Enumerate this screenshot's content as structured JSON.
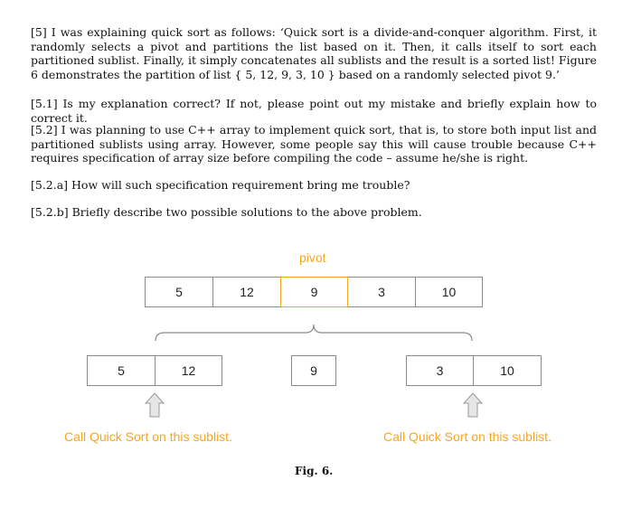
{
  "question": {
    "p5": "[5] I was explaining quick sort as follows: ‘Quick sort is a divide-and-conquer algorithm. First, it randomly selects a pivot and partitions the list based on it. Then, it calls itself to sort each partitioned sublist. Finally, it simply concatenates all sublists and the result is a sorted list! Figure 6 demonstrates the partition of list { 5, 12, 9, 3, 10 } based on a randomly selected pivot 9.’",
    "p5_1": "[5.1] Is my explanation correct? If not, please point out my mistake and briefly explain how to correct it.",
    "p5_2": "[5.2] I was planning to use C++ array to implement quick sort, that is, to store both input list and partitioned sublists using array. However, some people say this will cause trouble because C++ requires specification of array size before compiling the code – assume he/she is right.",
    "p5_2a": "[5.2.a] How will such specification requirement bring me trouble?",
    "p5_2b": "[5.2.b] Briefly describe two possible solutions to the above problem."
  },
  "figure": {
    "pivot_label": "pivot",
    "input_list": [
      "5",
      "12",
      "9",
      "3",
      "10"
    ],
    "left_sublist": [
      "5",
      "12"
    ],
    "pivot_sublist": [
      "9"
    ],
    "right_sublist": [
      "3",
      "10"
    ],
    "left_call_label": "Call Quick Sort on this sublist.",
    "right_call_label": "Call Quick Sort on this sublist.",
    "caption": "Fig. 6.",
    "colors": {
      "accent": "#f5a623",
      "border": "#8a8a8a",
      "arrow_fill": "#e6e6e6",
      "arrow_stroke": "#9a9a9a"
    }
  }
}
